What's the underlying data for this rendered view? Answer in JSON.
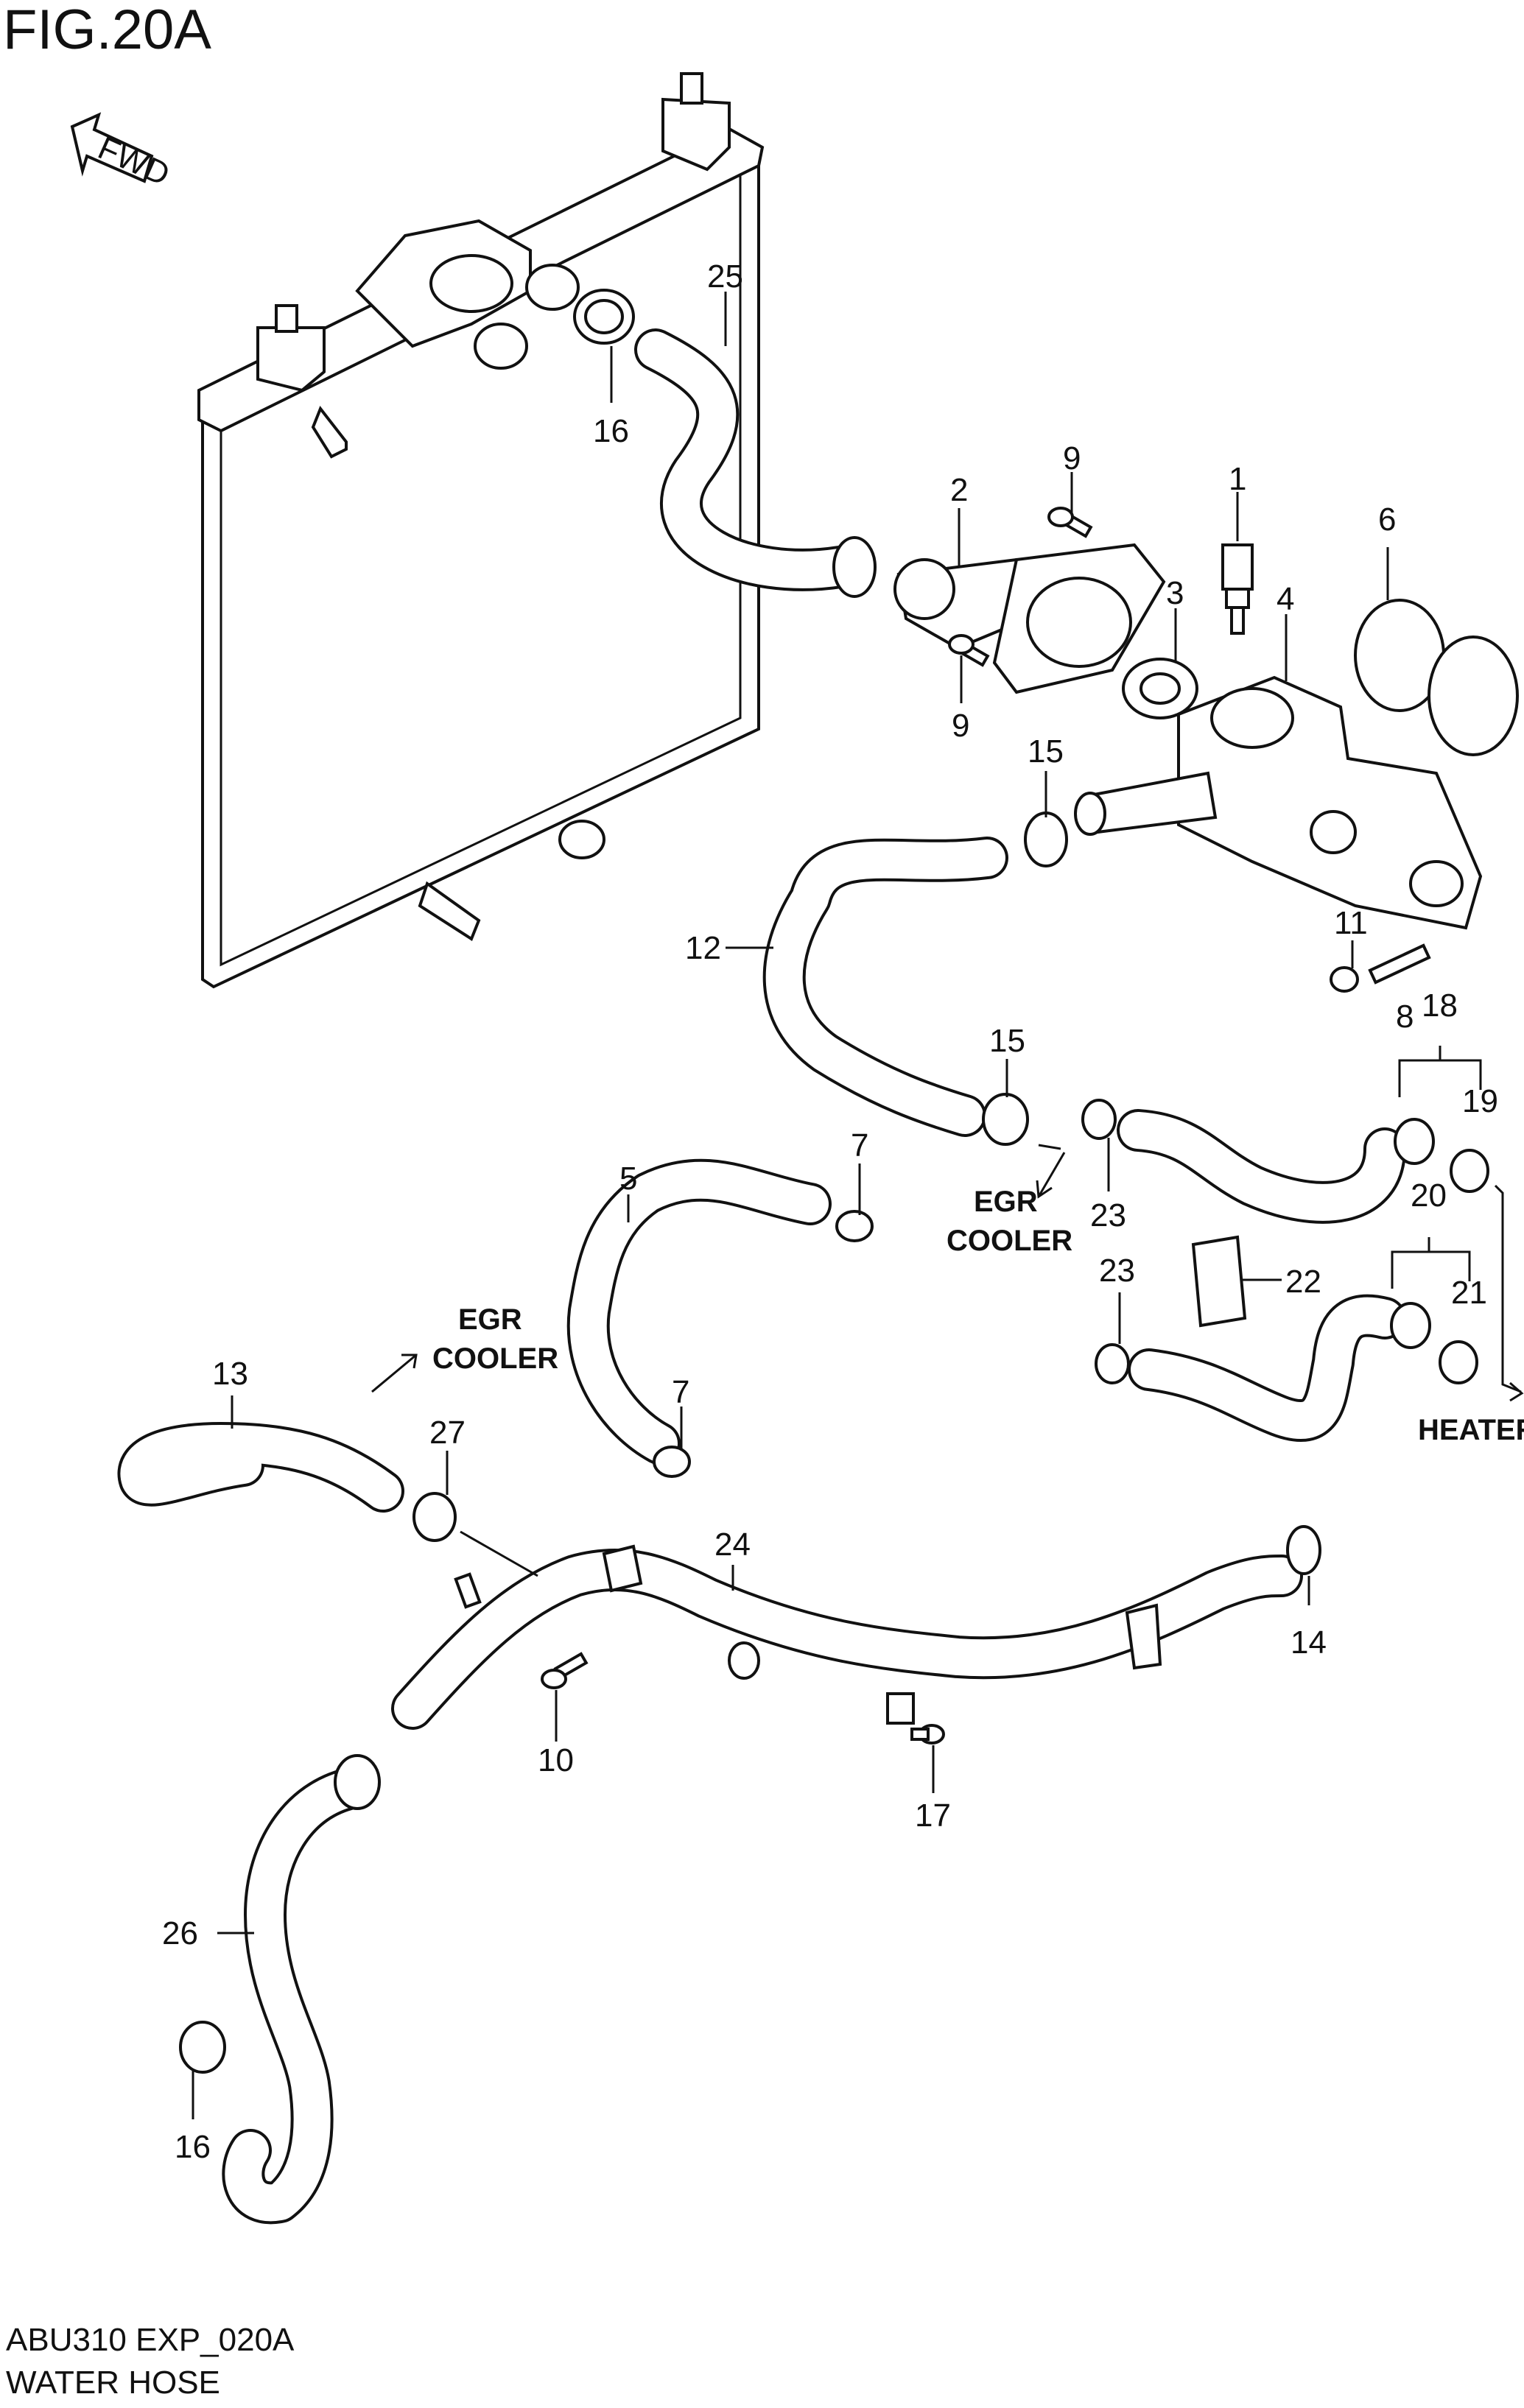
{
  "title": "FIG.20A",
  "fwd_label": "FWD",
  "footer": {
    "code": "ABU310 EXP_020A",
    "name": "WATER HOSE"
  },
  "callouts": {
    "egr_cooler_1": [
      "EGR",
      "COOLER"
    ],
    "egr_cooler_2": [
      "EGR",
      "COOLER"
    ],
    "heater": "HEATER"
  },
  "part_numbers": [
    {
      "id": "p1",
      "label": "1"
    },
    {
      "id": "p2",
      "label": "2"
    },
    {
      "id": "p3",
      "label": "3"
    },
    {
      "id": "p4",
      "label": "4"
    },
    {
      "id": "p5",
      "label": "5"
    },
    {
      "id": "p6",
      "label": "6"
    },
    {
      "id": "p7a",
      "label": "7"
    },
    {
      "id": "p7b",
      "label": "7"
    },
    {
      "id": "p8",
      "label": "8"
    },
    {
      "id": "p9a",
      "label": "9"
    },
    {
      "id": "p9b",
      "label": "9"
    },
    {
      "id": "p10",
      "label": "10"
    },
    {
      "id": "p11",
      "label": "11"
    },
    {
      "id": "p12",
      "label": "12"
    },
    {
      "id": "p13",
      "label": "13"
    },
    {
      "id": "p14",
      "label": "14"
    },
    {
      "id": "p15a",
      "label": "15"
    },
    {
      "id": "p15b",
      "label": "15"
    },
    {
      "id": "p16a",
      "label": "16"
    },
    {
      "id": "p16b",
      "label": "16"
    },
    {
      "id": "p17",
      "label": "17"
    },
    {
      "id": "p18",
      "label": "18"
    },
    {
      "id": "p19",
      "label": "19"
    },
    {
      "id": "p20",
      "label": "20"
    },
    {
      "id": "p21",
      "label": "21"
    },
    {
      "id": "p22",
      "label": "22"
    },
    {
      "id": "p23a",
      "label": "23"
    },
    {
      "id": "p23b",
      "label": "23"
    },
    {
      "id": "p24",
      "label": "24"
    },
    {
      "id": "p25",
      "label": "25"
    },
    {
      "id": "p26",
      "label": "26"
    },
    {
      "id": "p27",
      "label": "27"
    }
  ]
}
